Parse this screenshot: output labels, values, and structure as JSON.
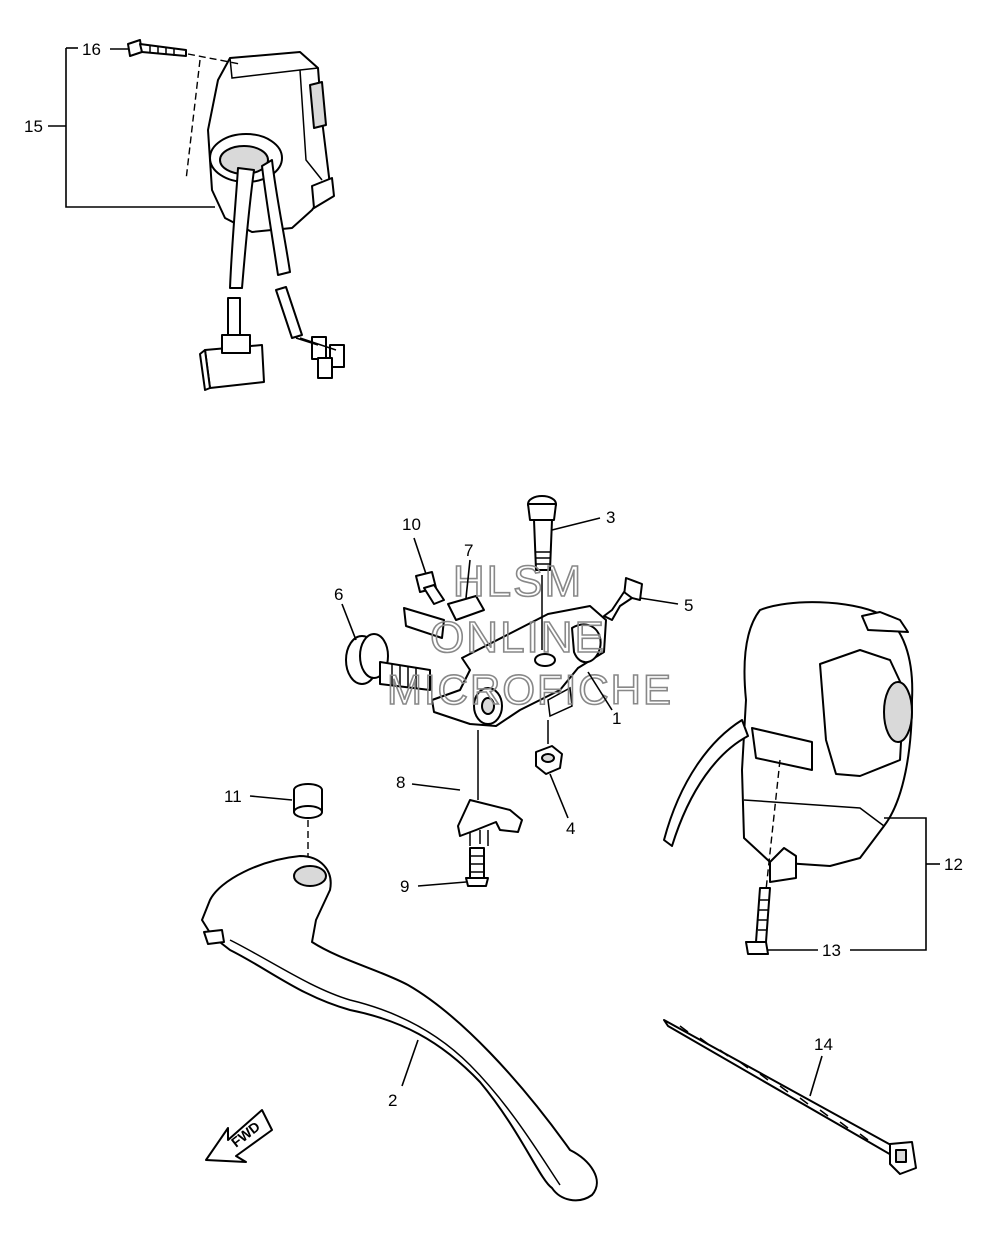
{
  "callouts": [
    {
      "id": "1",
      "label": "1"
    },
    {
      "id": "2",
      "label": "2"
    },
    {
      "id": "3",
      "label": "3"
    },
    {
      "id": "4",
      "label": "4"
    },
    {
      "id": "5",
      "label": "5"
    },
    {
      "id": "6",
      "label": "6"
    },
    {
      "id": "7",
      "label": "7"
    },
    {
      "id": "8",
      "label": "8"
    },
    {
      "id": "9",
      "label": "9"
    },
    {
      "id": "10",
      "label": "10"
    },
    {
      "id": "11",
      "label": "11"
    },
    {
      "id": "12",
      "label": "12"
    },
    {
      "id": "13",
      "label": "13"
    },
    {
      "id": "14",
      "label": "14"
    },
    {
      "id": "15",
      "label": "15"
    },
    {
      "id": "16",
      "label": "16"
    }
  ],
  "watermark": {
    "line1": "HLSM",
    "line2": "ONLINE",
    "line3": "MICROFICHE"
  },
  "fwd_arrow": {
    "label": "FWD"
  }
}
